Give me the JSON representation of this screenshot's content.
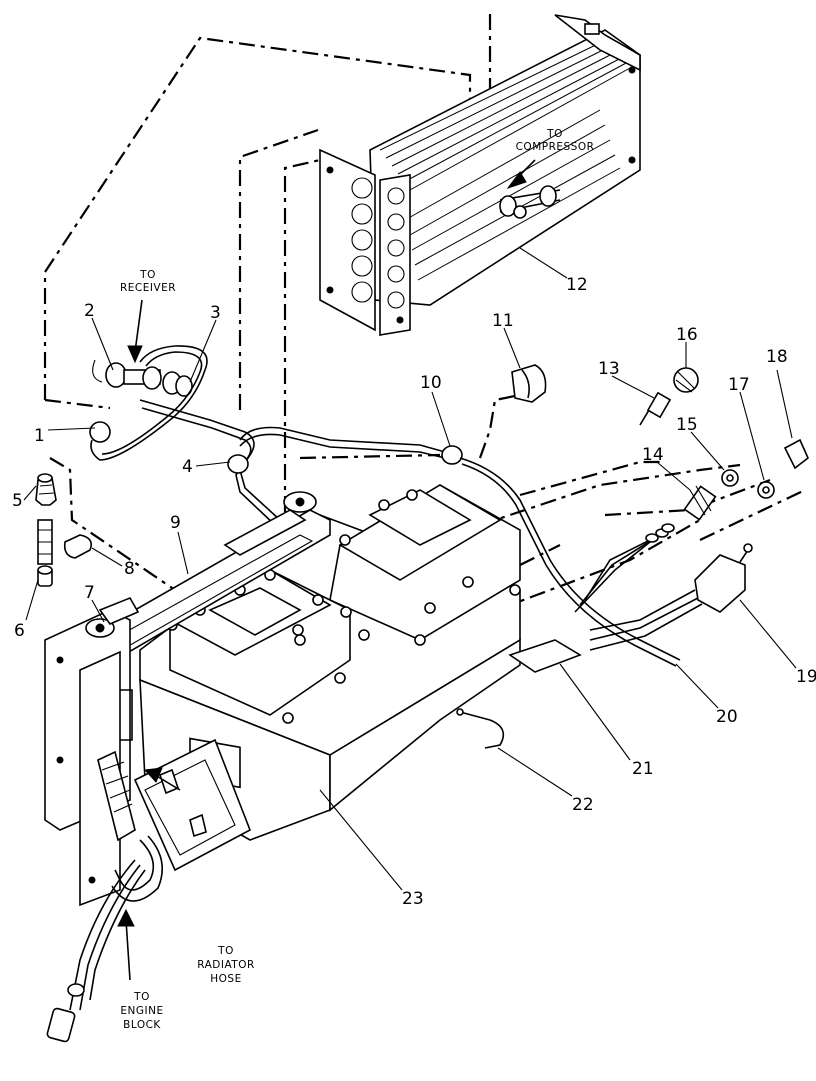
{
  "callouts": [
    "1",
    "2",
    "3",
    "4",
    "5",
    "6",
    "7",
    "8",
    "9",
    "10",
    "11",
    "12",
    "13",
    "14",
    "15",
    "16",
    "17",
    "18",
    "19",
    "20",
    "21",
    "22",
    "23"
  ],
  "notes": {
    "receiver": [
      "TO",
      "RECEIVER"
    ],
    "compressor": [
      "TO",
      "COMPRESSOR"
    ],
    "radiator": [
      "TO",
      "RADIATOR",
      "HOSE"
    ],
    "engine": [
      "TO",
      "ENGINE",
      "BLOCK"
    ]
  }
}
